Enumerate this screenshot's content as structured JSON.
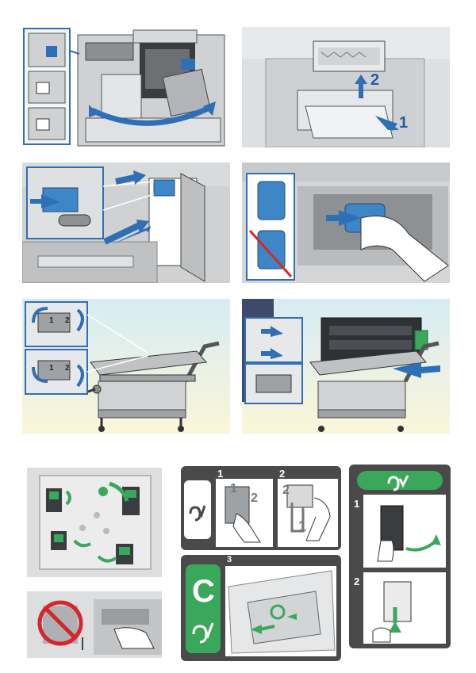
{
  "steps": {
    "drawer_pull": "1",
    "lift_out": "2"
  },
  "detail_panels": {
    "top_left_a": "1",
    "top_left_b": "2",
    "bottom_left_a": "1",
    "bottom_left_b": "2"
  },
  "procedure_dark": {
    "step1": "1",
    "step2": "2",
    "step3": "3",
    "inner_1": "1",
    "inner_2": "2",
    "inner_2b": "2",
    "inner_1b": "1"
  },
  "procedure_right": {
    "step1": "1",
    "step2": "2"
  },
  "badges": {
    "location_letter": "C"
  },
  "colors": {
    "accent_blue": "#2f6fb5",
    "accent_green": "#3aa85a",
    "warning_red": "#d6262b",
    "dark_panel": "#4a4a4a",
    "gray_body": "#c9cbcd",
    "gradient_top": "#d6ecf3",
    "gradient_bottom": "#fbf6d8"
  },
  "icons": [
    "jam-clear-icon",
    "prohibited-icon",
    "hand-icon",
    "arrow-icon"
  ]
}
